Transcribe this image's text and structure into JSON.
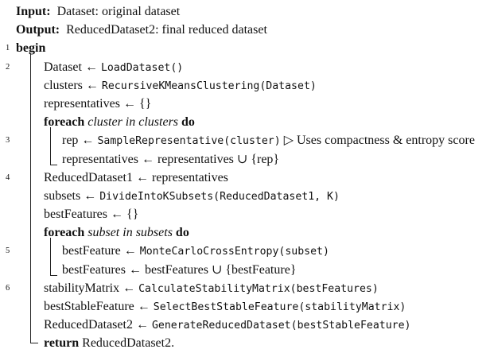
{
  "page": {
    "background": "#ffffff",
    "text_color": "#111111"
  },
  "algorithm": {
    "lines": [
      {
        "num": "",
        "indent": 0,
        "segments": [
          {
            "style": "bold",
            "text": "Input:"
          },
          {
            "style": "plain",
            "text": "  Dataset: original dataset"
          }
        ]
      },
      {
        "num": "",
        "indent": 0,
        "segments": [
          {
            "style": "bold",
            "text": "Output:"
          },
          {
            "style": "plain",
            "text": "  ReducedDataset2: final reduced dataset"
          }
        ]
      },
      {
        "num": "1",
        "indent": 0,
        "segments": [
          {
            "style": "bold",
            "text": "begin"
          }
        ]
      },
      {
        "num": "2",
        "indent": 1,
        "segments": [
          {
            "style": "plain",
            "text": "Dataset ← "
          },
          {
            "style": "mono",
            "text": "LoadDataset()"
          }
        ]
      },
      {
        "num": "",
        "indent": 1,
        "segments": [
          {
            "style": "plain",
            "text": "clusters ← "
          },
          {
            "style": "mono",
            "text": "RecursiveKMeansClustering(Dataset)"
          }
        ]
      },
      {
        "num": "",
        "indent": 1,
        "segments": [
          {
            "style": "plain",
            "text": "representatives ← {}"
          }
        ]
      },
      {
        "num": "",
        "indent": 1,
        "segments": [
          {
            "style": "bold",
            "text": "foreach "
          },
          {
            "style": "italic",
            "text": "cluster in clusters "
          },
          {
            "style": "bold",
            "text": "do"
          }
        ]
      },
      {
        "num": "3",
        "indent": 2,
        "segments": [
          {
            "style": "plain",
            "text": "rep ← "
          },
          {
            "style": "mono",
            "text": "SampleRepresentative(cluster)"
          },
          {
            "style": "plain",
            "text": " ▷ Uses compactness & entropy score"
          }
        ]
      },
      {
        "num": "",
        "indent": 2,
        "segments": [
          {
            "style": "plain",
            "text": "representatives ← representatives ∪ {rep}"
          }
        ]
      },
      {
        "num": "4",
        "indent": 1,
        "segments": [
          {
            "style": "plain",
            "text": "ReducedDataset1 ← representatives"
          }
        ]
      },
      {
        "num": "",
        "indent": 1,
        "segments": [
          {
            "style": "plain",
            "text": "subsets ← "
          },
          {
            "style": "mono",
            "text": "DivideIntoKSubsets(ReducedDataset1, K)"
          }
        ]
      },
      {
        "num": "",
        "indent": 1,
        "segments": [
          {
            "style": "plain",
            "text": "bestFeatures ← {}"
          }
        ]
      },
      {
        "num": "",
        "indent": 1,
        "segments": [
          {
            "style": "bold",
            "text": "foreach "
          },
          {
            "style": "italic",
            "text": "subset in subsets "
          },
          {
            "style": "bold",
            "text": "do"
          }
        ]
      },
      {
        "num": "5",
        "indent": 2,
        "segments": [
          {
            "style": "plain",
            "text": "bestFeature ← "
          },
          {
            "style": "mono",
            "text": "MonteCarloCrossEntropy(subset)"
          }
        ]
      },
      {
        "num": "",
        "indent": 2,
        "segments": [
          {
            "style": "plain",
            "text": "bestFeatures ← bestFeatures ∪ {bestFeature}"
          }
        ]
      },
      {
        "num": "6",
        "indent": 1,
        "segments": [
          {
            "style": "plain",
            "text": "stabilityMatrix ← "
          },
          {
            "style": "mono",
            "text": "CalculateStabilityMatrix(bestFeatures)"
          }
        ]
      },
      {
        "num": "",
        "indent": 1,
        "segments": [
          {
            "style": "plain",
            "text": "bestStableFeature ← "
          },
          {
            "style": "mono",
            "text": "SelectBestStableFeature(stabilityMatrix)"
          }
        ]
      },
      {
        "num": "",
        "indent": 1,
        "segments": [
          {
            "style": "plain",
            "text": "ReducedDataset2 ← "
          },
          {
            "style": "mono",
            "text": "GenerateReducedDataset(bestStableFeature)"
          }
        ]
      },
      {
        "num": "",
        "indent": 1,
        "segments": [
          {
            "style": "bold",
            "text": "return "
          },
          {
            "style": "plain",
            "text": "ReducedDataset2."
          }
        ]
      }
    ]
  }
}
